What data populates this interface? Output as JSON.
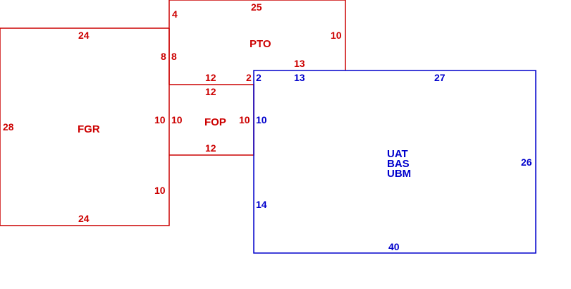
{
  "colors": {
    "red": "#cc0000",
    "blue": "#0000cc",
    "background": "#ffffff"
  },
  "rooms": {
    "fgr": {
      "name": "FGR",
      "color": "red",
      "edges": {
        "top": "24",
        "bottom": "24",
        "left": "28",
        "right_top": "8",
        "right_mid": "10",
        "right_low": "10"
      }
    },
    "pto": {
      "name": "PTO",
      "color": "red",
      "edges": {
        "top": "25",
        "left": "4",
        "left_low": "8",
        "right": "10",
        "bottom_right": "13",
        "bottom_left": "12",
        "bottom_corner": "2"
      }
    },
    "fop": {
      "name": "FOP",
      "color": "red",
      "edges": {
        "top": "12",
        "bottom": "12",
        "left": "10",
        "right": "10"
      }
    },
    "main": {
      "names": [
        "UAT",
        "BAS",
        "UBM"
      ],
      "color": "blue",
      "edges": {
        "top_left": "13",
        "top_right": "27",
        "top_corner": "2",
        "left_top": "10",
        "left_bottom": "14",
        "right": "26",
        "bottom": "40"
      }
    }
  }
}
